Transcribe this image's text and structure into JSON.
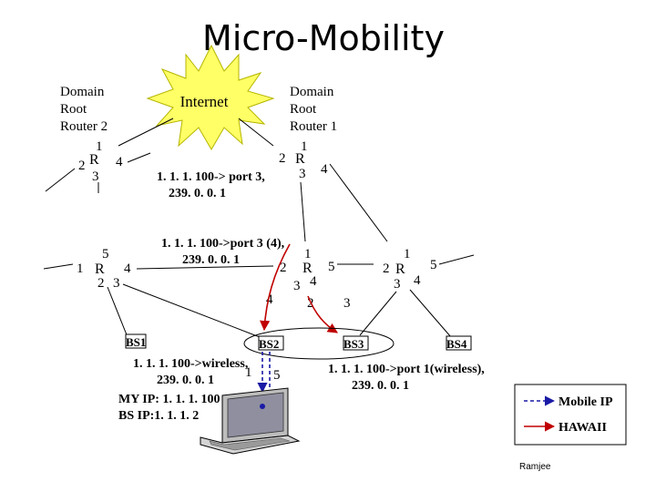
{
  "title": "Micro-Mobility",
  "internet": {
    "label": "Internet",
    "color": "#ffff66"
  },
  "root_router_left": {
    "line1": "Domain",
    "line2": "Root",
    "line3": "Router 2"
  },
  "root_router_right": {
    "line1": "Domain",
    "line2": "Root",
    "line3": "Router 1"
  },
  "routers": {
    "r_top_left": {
      "symbol": "R",
      "p_top": "1",
      "p_left": "2",
      "p_right": "4",
      "p_bottom": "3"
    },
    "r_top_right": {
      "symbol": "R",
      "p_top": "1",
      "p_left": "2",
      "p_right": "4",
      "p_bottom": "3"
    },
    "r_mid_left": {
      "symbol": "R",
      "p_top": "5",
      "p_left": "1",
      "p_right": "4",
      "p_bottom_a": "2",
      "p_bottom_b": "3"
    },
    "r_mid_center": {
      "symbol": "R",
      "p_top": "1",
      "p_left": "2",
      "p_right": "5",
      "p_bottom_a": "3",
      "p_bottom_b": "4"
    },
    "r_mid_right": {
      "symbol": "R",
      "p_top": "1",
      "p_left": "2",
      "p_right": "5",
      "p_bottom_a": "3",
      "p_bottom_b": "4"
    }
  },
  "extra_ports": {
    "p4_center": "4",
    "p2_center": "2",
    "p3_center": "3",
    "bs2_p1": "1",
    "bs2_p5": "5"
  },
  "route_notes": {
    "top": {
      "line1": "1. 1. 1. 100-> port 3,",
      "line2": "239. 0. 0. 1"
    },
    "middle": {
      "line1": "1. 1. 1. 100->port 3 (4),",
      "line2": "239. 0. 0. 1"
    },
    "bs2": {
      "line1": "1. 1. 1. 100->wireless,",
      "line2": "239. 0. 0. 1"
    },
    "bs3": {
      "line1": "1. 1. 1. 100->port 1(wireless),",
      "line2": "239. 0. 0. 1"
    }
  },
  "base_stations": {
    "bs1": "BS1",
    "bs2": "BS2",
    "bs3": "BS3",
    "bs4": "BS4"
  },
  "mobile": {
    "my_ip": "MY IP: 1. 1. 1. 100",
    "bs_ip": "BS IP:1. 1. 1. 2"
  },
  "legend": {
    "mobile_ip": "Mobile IP",
    "hawaii": "HAWAII",
    "mobile_ip_color": "#1a1aa6",
    "hawaii_color": "#c00000"
  },
  "credit": "Ramjee"
}
